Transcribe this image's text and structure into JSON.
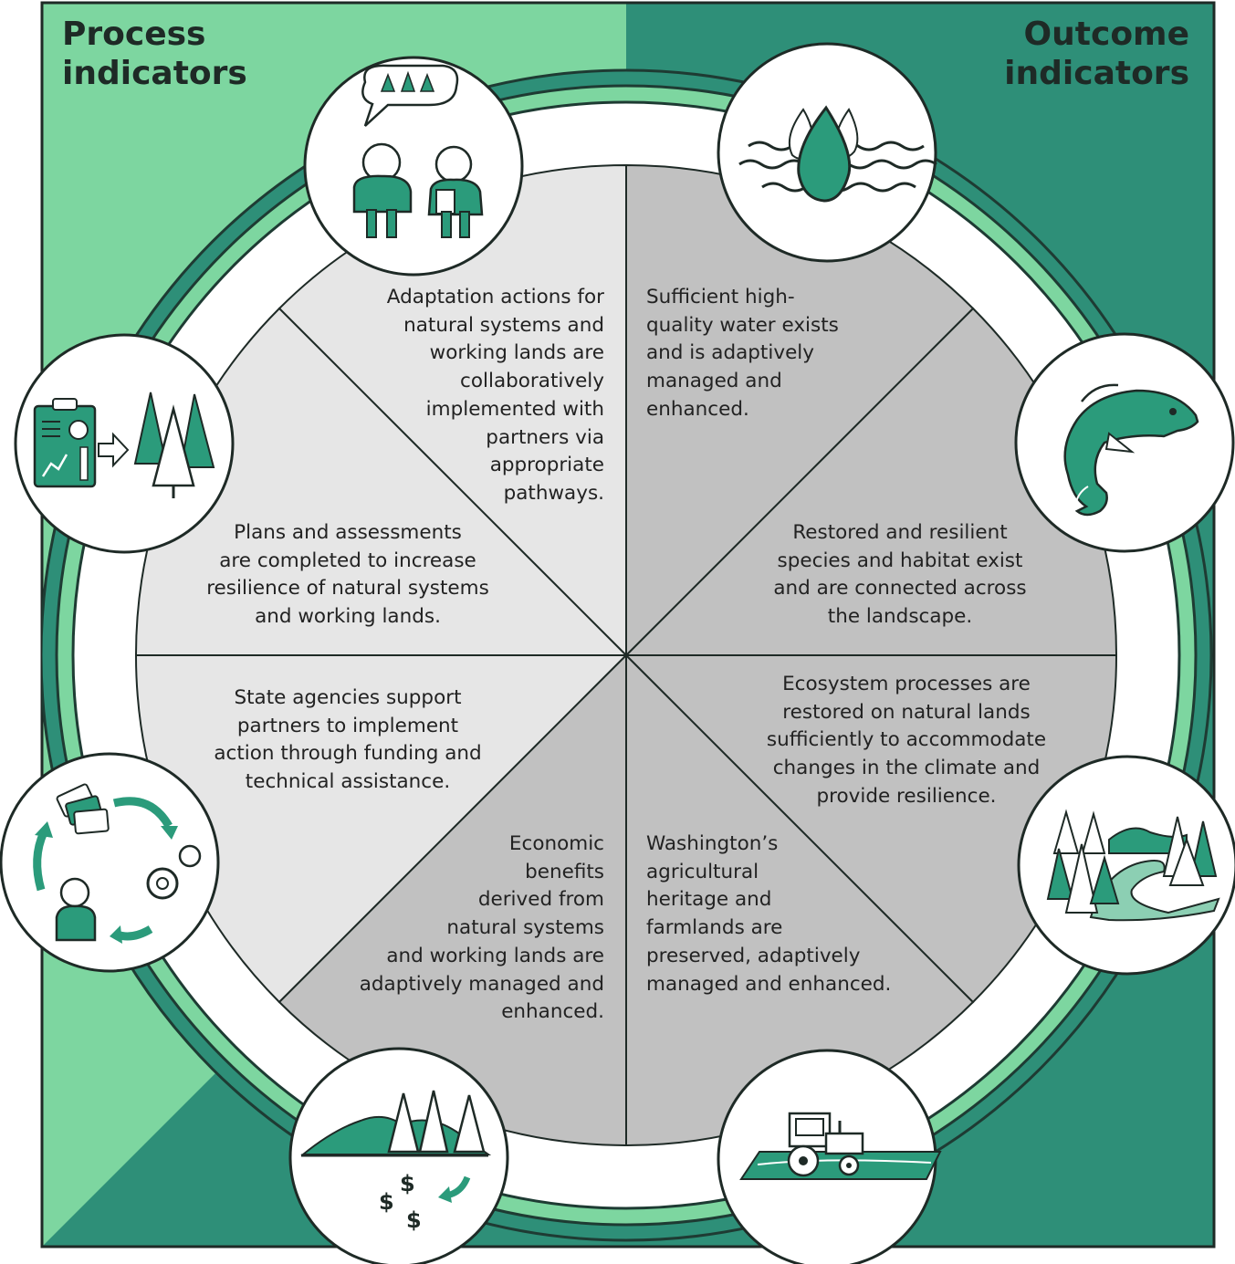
{
  "headings": {
    "process": [
      "Process",
      "indicators"
    ],
    "outcome": [
      "Outcome",
      "indicators"
    ]
  },
  "segments": [
    {
      "id": "adaptation-actions",
      "group": "process",
      "lines": [
        "Adaptation actions for",
        "natural systems and",
        "working lands are",
        "collaboratively",
        "implemented with",
        "partners via",
        "appropriate",
        "pathways."
      ]
    },
    {
      "id": "plans-assessments",
      "group": "process",
      "lines": [
        "Plans and assessments",
        "are completed to increase",
        "resilience of natural systems",
        "and working lands."
      ]
    },
    {
      "id": "state-agencies",
      "group": "process",
      "lines": [
        "State agencies support",
        "partners to implement",
        "action through funding and",
        "technical assistance."
      ]
    },
    {
      "id": "economic-benefits",
      "group": "outcome",
      "lines": [
        "Economic",
        "benefits",
        "derived from",
        "natural systems",
        "and working lands are",
        "adaptively managed and",
        "enhanced."
      ]
    },
    {
      "id": "water",
      "group": "outcome",
      "lines": [
        "Sufficient high-",
        "quality water exists",
        "and is adaptively",
        "managed and",
        "enhanced."
      ]
    },
    {
      "id": "species-habitat",
      "group": "outcome",
      "lines": [
        "Restored and resilient",
        "species and habitat exist",
        "and are connected across",
        "the landscape."
      ]
    },
    {
      "id": "ecosystem-processes",
      "group": "outcome",
      "lines": [
        "Ecosystem processes are",
        "restored on natural lands",
        "sufficiently to accommodate",
        "changes in the climate and",
        "provide resilience."
      ]
    },
    {
      "id": "agricultural-heritage",
      "group": "outcome",
      "lines": [
        "Washington’s",
        "agricultural",
        "heritage and",
        "farmlands are",
        "preserved, adaptively",
        "managed and enhanced."
      ]
    }
  ],
  "icons": [
    {
      "id": "collaboration",
      "name": "people-discussing-trees-icon"
    },
    {
      "id": "plans",
      "name": "plan-report-to-forest-icon"
    },
    {
      "id": "funding",
      "name": "funding-cycle-icon"
    },
    {
      "id": "economic",
      "name": "landscape-money-icon"
    },
    {
      "id": "water",
      "name": "water-drop-icon"
    },
    {
      "id": "fish",
      "name": "salmon-icon"
    },
    {
      "id": "ecosystem",
      "name": "forest-river-icon"
    },
    {
      "id": "farm",
      "name": "tractor-field-icon"
    }
  ],
  "colors": {
    "process_background": "#7dd6a0",
    "outcome_background": "#2e8f78",
    "process_segment": "#e6e6e6",
    "outcome_segment": "#c1c1c1",
    "icon_fill": "#2b9b7b",
    "outline": "#1e3b33"
  }
}
